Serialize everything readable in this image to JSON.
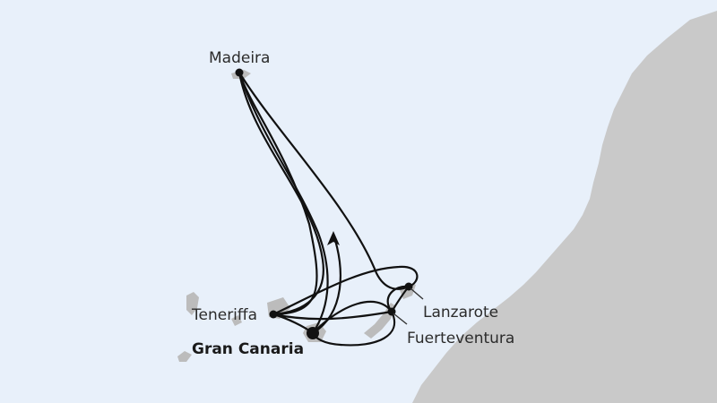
{
  "colors": {
    "sea": "#e8f0fa",
    "land": "#c9c9c9",
    "island": "#bcbcbc",
    "route": "#111111",
    "label": "#2b2b2b"
  },
  "map": {
    "ports": [
      {
        "id": "madeira",
        "label": "Madeira",
        "primary": false
      },
      {
        "id": "teneriffa",
        "label": "Teneriffa",
        "primary": false
      },
      {
        "id": "gran-canaria",
        "label": "Gran Canaria",
        "primary": true
      },
      {
        "id": "lanzarote",
        "label": "Lanzarote",
        "primary": false
      },
      {
        "id": "fuerteventura",
        "label": "Fuerteventura",
        "primary": false
      }
    ],
    "route_icon": "direction-arrow-icon"
  }
}
